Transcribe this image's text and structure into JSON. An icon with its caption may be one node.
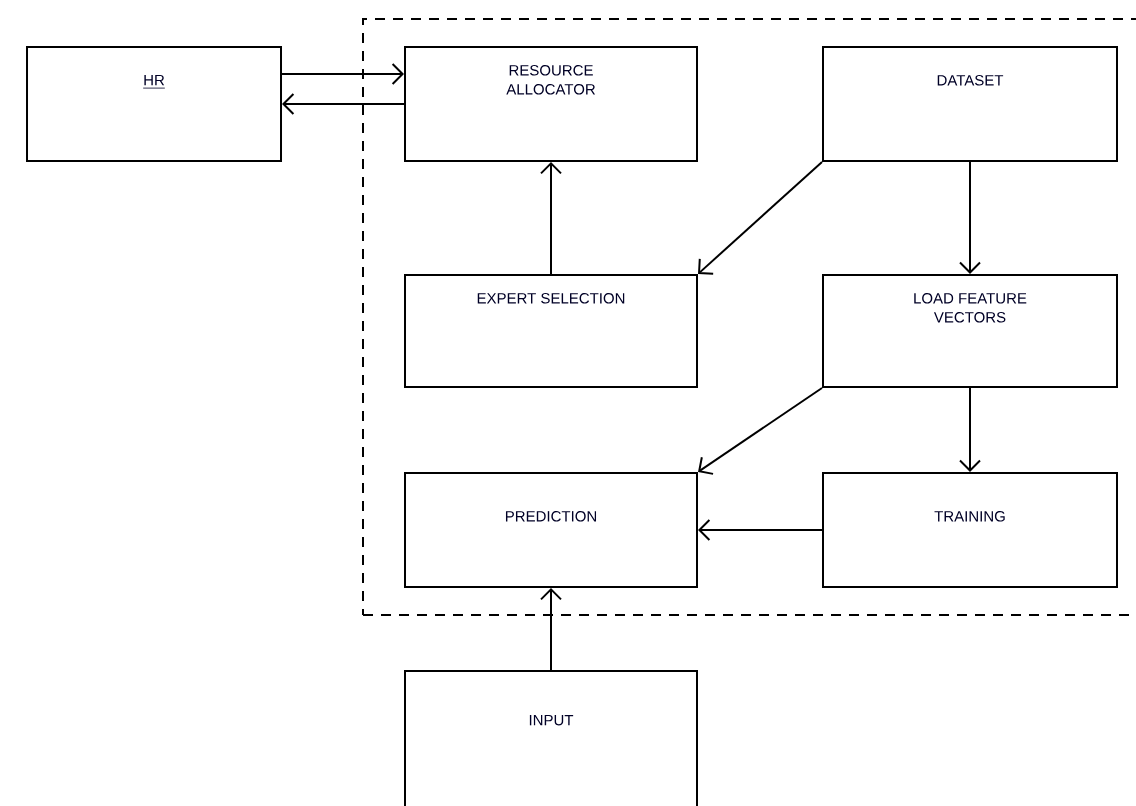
{
  "diagram": {
    "nodes": [
      {
        "text": [
          "HR"
        ]
      },
      {
        "text": [],
        "shape": "box"
      },
      {
        "text": [
          "RESOURCE ALLOCATOR"
        ],
        "in": 1
      },
      {
        "text": [
          "DATASET"
        ],
        "in": 1
      },
      {
        "text": [
          "EXPERT SELECTION"
        ],
        "in": 1
      },
      {
        "text": [
          "LOAD FEATURE VECTORS"
        ],
        "in": 1
      },
      {
        "text": [
          "PREDICTION"
        ],
        "in": 1
      },
      {
        "text": [
          "TRAINING"
        ],
        "in": 1
      },
      {
        "text": [
          "INPUT"
        ]
      }
    ],
    "edges": [
      {
        "from": 0,
        "to": 2,
        "arrow": "to"
      },
      {
        "from": 2,
        "to": 0,
        "arrow": "to"
      },
      {
        "from": 4,
        "to": 2,
        "arrow": "to"
      },
      {
        "from": 3,
        "to": 4,
        "arrow": "to"
      },
      {
        "from": 3,
        "to": 5,
        "arrow": "to"
      },
      {
        "from": 5,
        "to": 6,
        "arrow": "to"
      },
      {
        "from": 5,
        "to": 7,
        "arrow": "to"
      },
      {
        "from": 7,
        "to": 6,
        "arrow": "to"
      },
      {
        "from": 8,
        "to": 6,
        "arrow": "to"
      }
    ]
  }
}
